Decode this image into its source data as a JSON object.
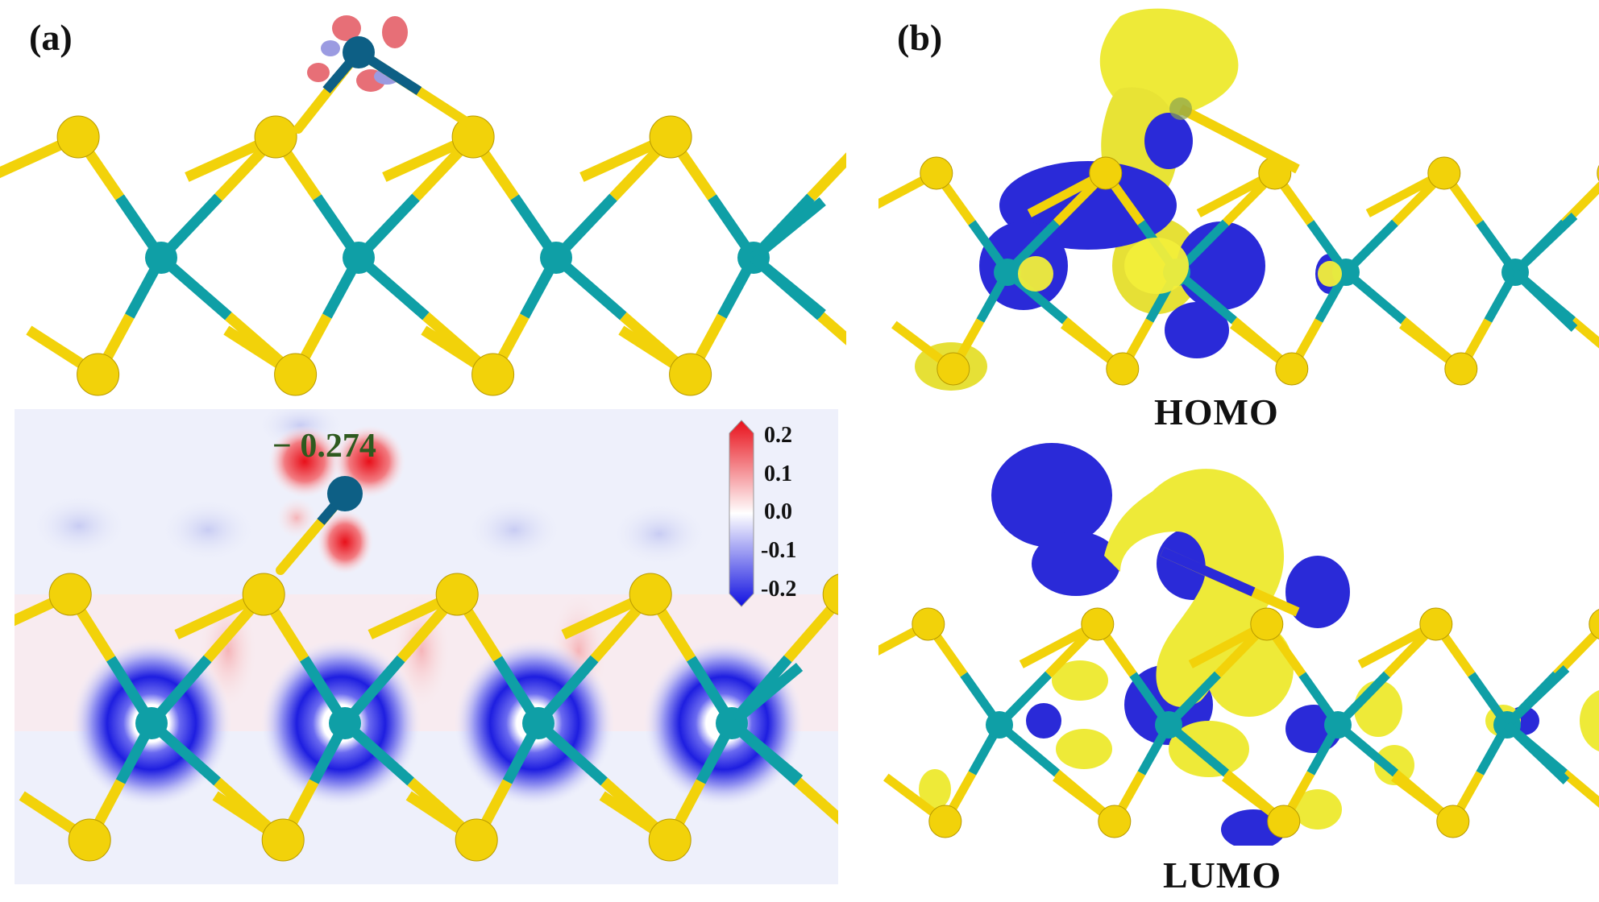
{
  "panels": {
    "a": {
      "label": "(a)"
    },
    "b": {
      "label": "(b)"
    }
  },
  "charge_transfer": {
    "value": "− 0.274"
  },
  "colorbar": {
    "ticks": [
      "0.2",
      "0.1",
      "0.0",
      "-0.1",
      "-0.2"
    ],
    "max_color": "#e8101a",
    "mid_color": "#ffffff",
    "min_color": "#1010e0"
  },
  "orbitals": {
    "homo_label": "HOMO",
    "lumo_label": "LUMO"
  },
  "colors": {
    "sulfur": "#f2d20a",
    "metal": "#0f9fa6",
    "adatom": "#0d5f85",
    "isosurface_positive": "#f2ee3a",
    "isosurface_negative": "#2a2ad8"
  }
}
